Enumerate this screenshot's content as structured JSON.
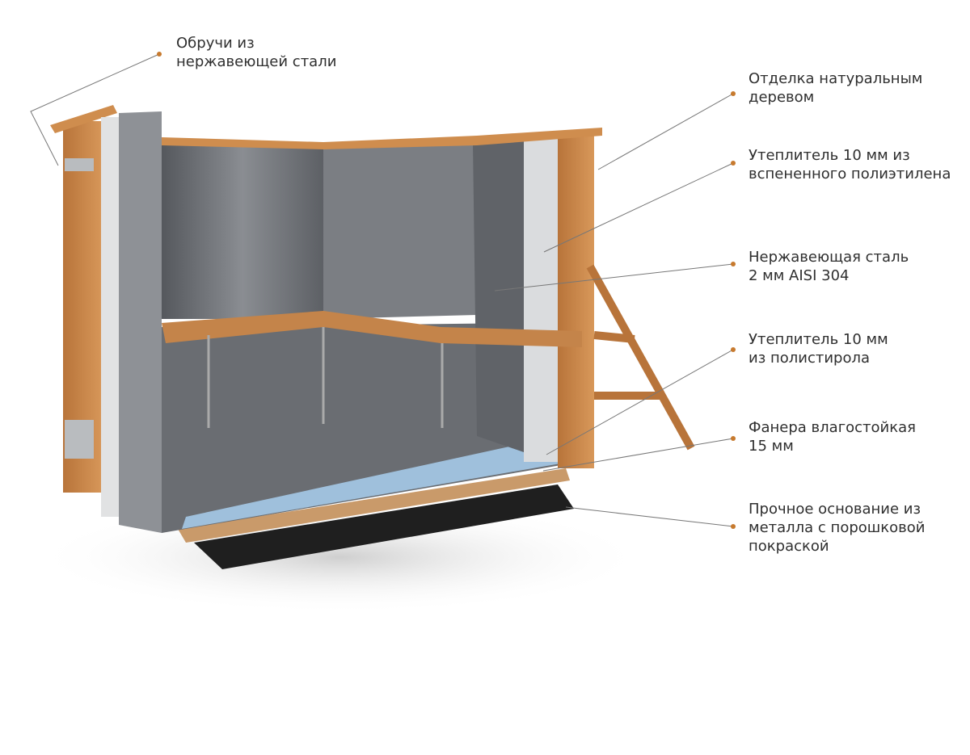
{
  "colors": {
    "dot": "#c77a2e",
    "leader": "#777777",
    "text": "#2f2f2f",
    "wood": "#c9874a",
    "steel": "#6d7075",
    "foam": "#9fc0dc"
  },
  "labels": [
    {
      "id": "hoops",
      "lines": [
        "Обручи из",
        "нержавеющей стали"
      ]
    },
    {
      "id": "wood-finish",
      "lines": [
        "Отделка натуральным",
        "деревом"
      ]
    },
    {
      "id": "pe-insulation",
      "lines": [
        "Утеплитель 10 мм из",
        "вспененного полиэтилена"
      ]
    },
    {
      "id": "stainless",
      "lines": [
        "Нержавеющая сталь",
        "2 мм AISI 304"
      ]
    },
    {
      "id": "ps-insulation",
      "lines": [
        "Утеплитель 10 мм",
        "из полистирола"
      ]
    },
    {
      "id": "plywood",
      "lines": [
        "Фанера влагостойкая",
        "15 мм"
      ]
    },
    {
      "id": "base",
      "lines": [
        "Прочное основание из",
        "металла с порошковой",
        "покраской"
      ]
    }
  ]
}
